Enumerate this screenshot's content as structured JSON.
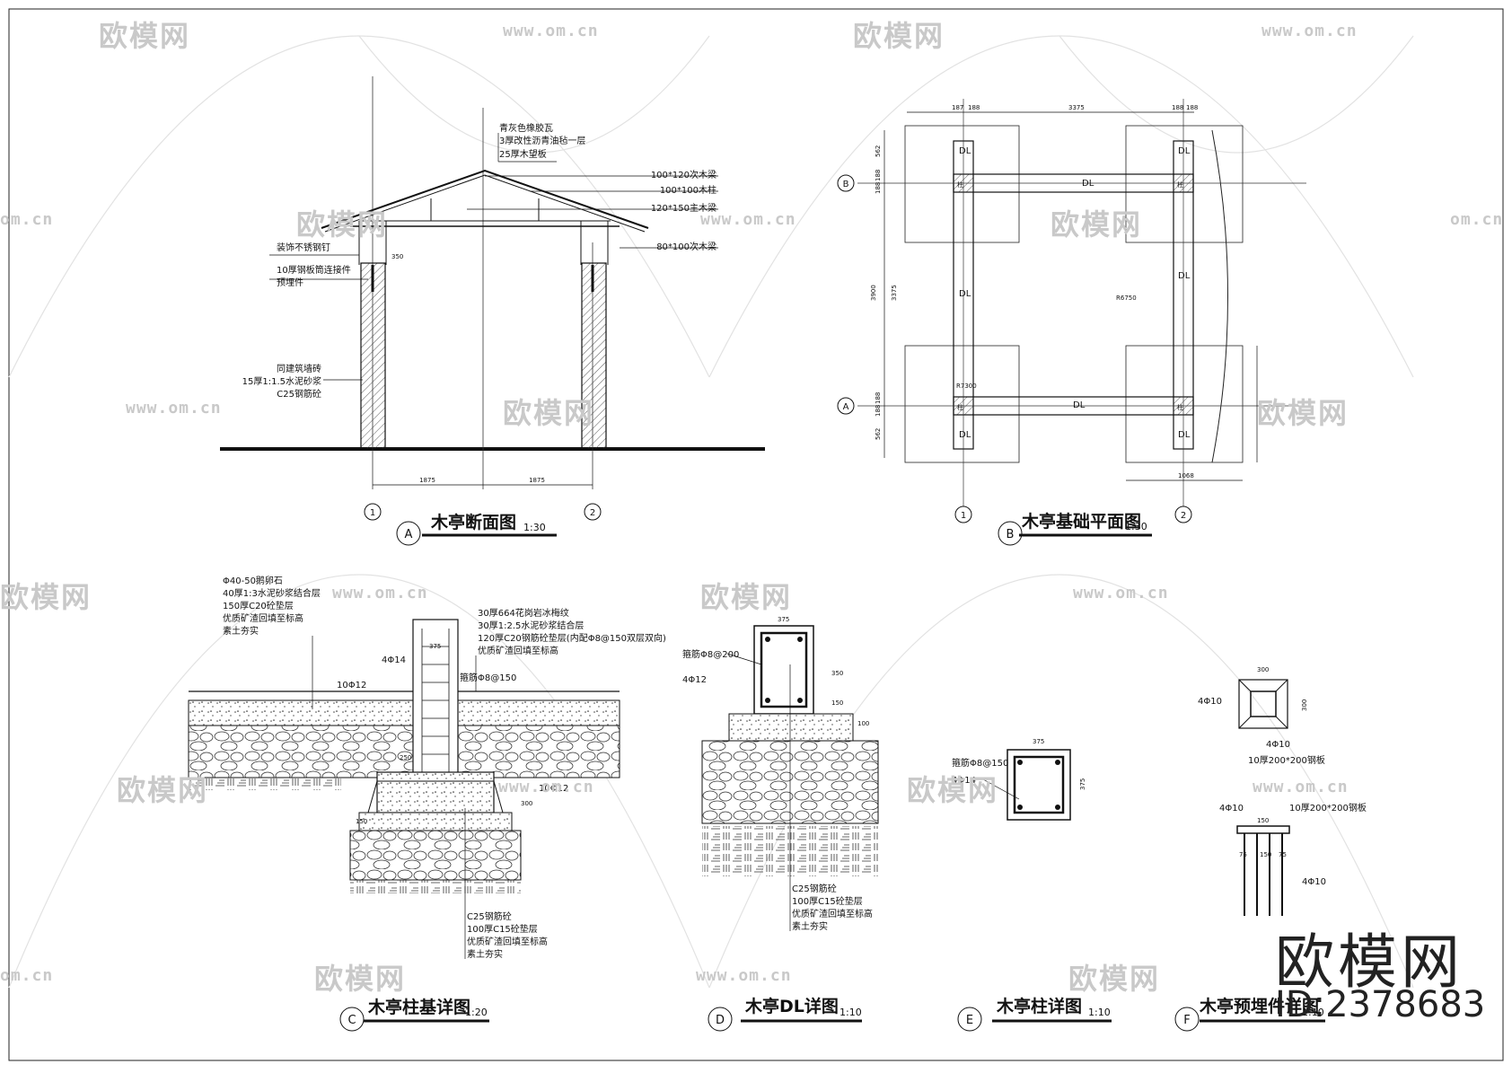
{
  "watermarks": {
    "logo": "欧模网",
    "url": "www.om.cn",
    "url_short": "om.cn"
  },
  "brand": {
    "name": "欧模网",
    "id": "ID:2378683"
  },
  "view_a": {
    "badge": "A",
    "title": "木亭断面图",
    "scale": "1:30",
    "layers": [
      "青灰色橡胶瓦",
      "3厚改性沥青油毡一层",
      "25厚木望板"
    ],
    "members": [
      "100*120次木梁",
      "100*100木柱",
      "120*150主木梁",
      "80*100次木梁"
    ],
    "left_notes": [
      "装饰不锈钢钉",
      "10厚钢板筒连接件",
      "预埋件"
    ],
    "column_notes": [
      "同建筑墙砖",
      "15厚1:1.5水泥砂浆",
      "C25钢筋砼"
    ],
    "dims": [
      "1875",
      "1875"
    ],
    "axes": [
      "1",
      "2"
    ],
    "dim_v": "350"
  },
  "view_b": {
    "badge": "B",
    "title": "木亭基础平面图",
    "scale": "1:30",
    "axes": [
      "1",
      "2",
      "A",
      "B"
    ],
    "dims_top": [
      "187",
      "188",
      "3375",
      "188",
      "188"
    ],
    "dims_left": [
      "562",
      "188",
      "188",
      "3375",
      "3900",
      "188",
      "188",
      "562"
    ],
    "dim_bottom": "1068",
    "labels": {
      "dl": "DL",
      "zj": "柱",
      "r": "R6750",
      "r2": "R7300"
    }
  },
  "view_c": {
    "badge": "C",
    "title": "木亭柱基详图",
    "scale": "1:20",
    "left_layers": [
      "Φ40-50鹅卵石",
      "40厚1:3水泥砂浆结合层",
      "150厚C20砼垫层",
      "优质矿渣回填至标高",
      "素土夯实"
    ],
    "right_layers": [
      "30厚664花岗岩冰梅纹",
      "30厚1:2.5水泥砂浆结合层",
      "120厚C20钢筋砼垫层(内配Φ8@150双层双向)",
      "优质矿渣回填至标高"
    ],
    "bottom_layers": [
      "C25钢筋砼",
      "100厚C15砼垫层",
      "优质矿渣回填至标高",
      "素土夯实"
    ],
    "rebar": [
      "4Φ14",
      "10Φ12",
      "箍筋Φ8@150",
      "10Φ12"
    ],
    "dims": [
      "375",
      "250",
      "300",
      "150"
    ]
  },
  "view_d": {
    "badge": "D",
    "title": "木亭DL详图",
    "scale": "1:10",
    "rebar": [
      "箍筋Φ8@200",
      "4Φ12"
    ],
    "layers": [
      "C25钢筋砼",
      "100厚C15砼垫层",
      "优质矿渣回填至标高",
      "素土夯实"
    ],
    "dims": [
      "375",
      "350",
      "150",
      "100"
    ]
  },
  "view_e": {
    "badge": "E",
    "title": "木亭柱详图",
    "scale": "1:10",
    "rebar": [
      "箍筋Φ8@150",
      "4Φ14"
    ],
    "dims": [
      "375",
      "375"
    ]
  },
  "view_f": {
    "badge": "F",
    "title": "木亭预埋件详图",
    "scale": "1:10",
    "notes": [
      "4Φ10",
      "4Φ10",
      "10厚200*200钢板",
      "4Φ10",
      "10厚200*200钢板",
      "4Φ10"
    ],
    "dims": [
      "300",
      "300",
      "150",
      "75",
      "75",
      "150"
    ]
  }
}
